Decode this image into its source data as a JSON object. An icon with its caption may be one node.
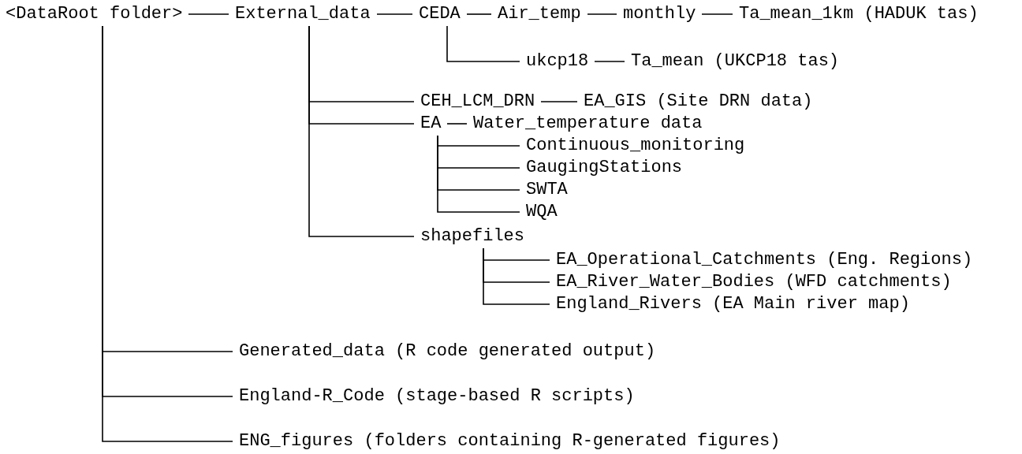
{
  "diagram": {
    "nodes": [
      {
        "text": [
          "<DataRoot folder>"
        ]
      },
      {
        "text": [
          "External_data"
        ]
      },
      {
        "text": [
          "CEDA"
        ]
      },
      {
        "text": [
          "Air_temp"
        ]
      },
      {
        "text": [
          "monthly"
        ]
      },
      {
        "text": [
          "Ta_mean_1km (HADUK tas)"
        ]
      },
      {
        "text": [
          "ukcp18"
        ]
      },
      {
        "text": [
          "Ta_mean (UKCP18 tas)"
        ]
      },
      {
        "text": [
          "CEH_LCM_DRN"
        ]
      },
      {
        "text": [
          "EA_GIS (Site DRN data)"
        ]
      },
      {
        "text": [
          "EA"
        ]
      },
      {
        "text": [
          "Water_temperature data"
        ]
      },
      {
        "text": [
          "Continuous_monitoring"
        ]
      },
      {
        "text": [
          "GaugingStations"
        ]
      },
      {
        "text": [
          "SWTA"
        ]
      },
      {
        "text": [
          "WQA"
        ]
      },
      {
        "text": [
          "shapefiles"
        ]
      },
      {
        "text": [
          "EA_Operational_Catchments (Eng. Regions)"
        ]
      },
      {
        "text": [
          "EA_River_Water_Bodies (WFD catchments)"
        ]
      },
      {
        "text": [
          "England_Rivers (EA Main river map)"
        ]
      },
      {
        "text": [
          "Generated_data (R code generated output)"
        ]
      },
      {
        "text": [
          "England-R_Code (stage-based R scripts)"
        ]
      },
      {
        "text": [
          "ENG_figures (folders containing R-generated figures)"
        ]
      }
    ],
    "edges": [
      {
        "from": 0,
        "to": 1,
        "arrow": "none"
      },
      {
        "from": 1,
        "to": 2,
        "arrow": "none"
      },
      {
        "from": 2,
        "to": 3,
        "arrow": "none"
      },
      {
        "from": 3,
        "to": 4,
        "arrow": "none"
      },
      {
        "from": 4,
        "to": 5,
        "arrow": "none"
      },
      {
        "from": 2,
        "to": 6,
        "arrow": "none"
      },
      {
        "from": 6,
        "to": 7,
        "arrow": "none"
      },
      {
        "from": 1,
        "to": 8,
        "arrow": "none"
      },
      {
        "from": 8,
        "to": 9,
        "arrow": "none"
      },
      {
        "from": 1,
        "to": 10,
        "arrow": "none"
      },
      {
        "from": 10,
        "to": 11,
        "arrow": "none"
      },
      {
        "from": 10,
        "to": 12,
        "arrow": "none"
      },
      {
        "from": 10,
        "to": 13,
        "arrow": "none"
      },
      {
        "from": 10,
        "to": 14,
        "arrow": "none"
      },
      {
        "from": 10,
        "to": 15,
        "arrow": "none"
      },
      {
        "from": 1,
        "to": 16,
        "arrow": "none"
      },
      {
        "from": 16,
        "to": 17,
        "arrow": "none"
      },
      {
        "from": 16,
        "to": 18,
        "arrow": "none"
      },
      {
        "from": 16,
        "to": 19,
        "arrow": "none"
      },
      {
        "from": 0,
        "to": 20,
        "arrow": "none"
      },
      {
        "from": 0,
        "to": 21,
        "arrow": "none"
      },
      {
        "from": 0,
        "to": 22,
        "arrow": "none"
      }
    ]
  }
}
